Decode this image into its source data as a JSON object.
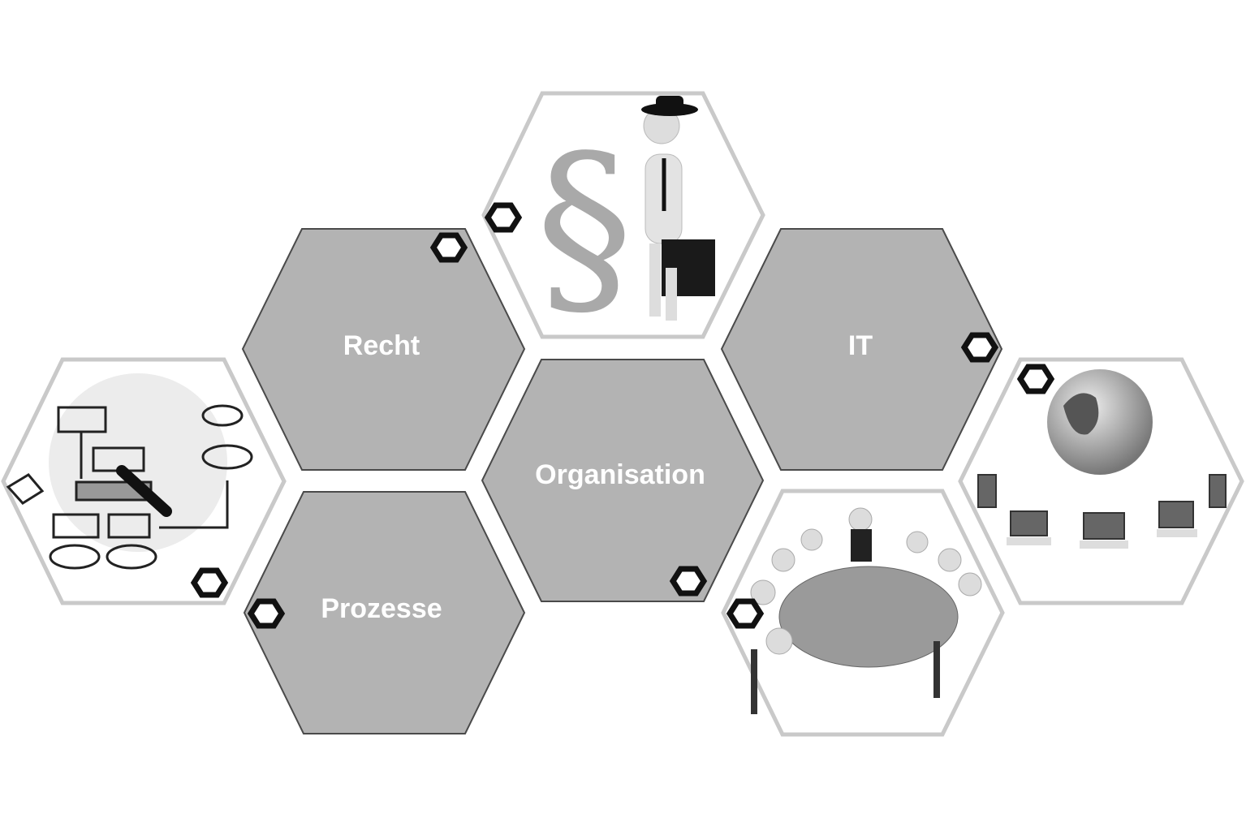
{
  "tiles": {
    "recht": "Recht",
    "it": "IT",
    "organisation": "Organisation",
    "prozesse": "Prozesse"
  },
  "images": {
    "law": "§"
  },
  "colors": {
    "tile_fill": "#b3b3b3",
    "tile_stroke": "#4a4a4a",
    "frame": "#c9c9c9",
    "marker": "#111111"
  }
}
